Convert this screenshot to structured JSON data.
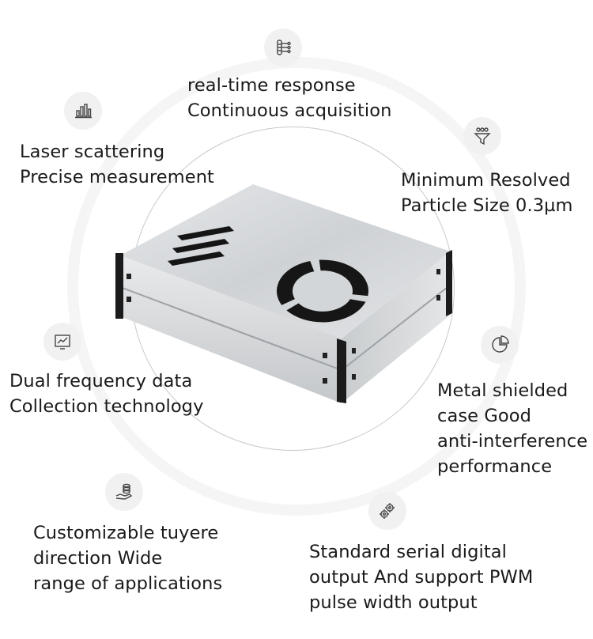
{
  "features": {
    "realtime": {
      "icon": "data-flow-icon",
      "lines": [
        "real-time response",
        "Continuous acquisition"
      ]
    },
    "laser": {
      "icon": "bar-chart-icon",
      "lines": [
        "Laser scattering",
        "Precise measurement"
      ]
    },
    "particle": {
      "icon": "filter-funnel-icon",
      "lines": [
        "Minimum Resolved",
        "Particle Size 0.3µm"
      ]
    },
    "dual": {
      "icon": "trend-chart-icon",
      "lines": [
        "Dual frequency data",
        "Collection technology"
      ]
    },
    "metal": {
      "icon": "shield-pie-icon",
      "lines": [
        "Metal shielded",
        "case Good",
        "anti-interference",
        "performance"
      ]
    },
    "tuyere": {
      "icon": "hand-coins-icon",
      "lines": [
        "Customizable tuyere",
        "direction Wide",
        "range of applications"
      ]
    },
    "serial": {
      "icon": "gears-icon",
      "lines": [
        "Standard serial digital",
        "output And support PWM",
        "pulse width output"
      ]
    }
  },
  "colors": {
    "ring": "#f5f5f5",
    "icon_bg": "#f1f1f1",
    "metal": "#d9dbdd",
    "edge": "#1b1b1b"
  }
}
